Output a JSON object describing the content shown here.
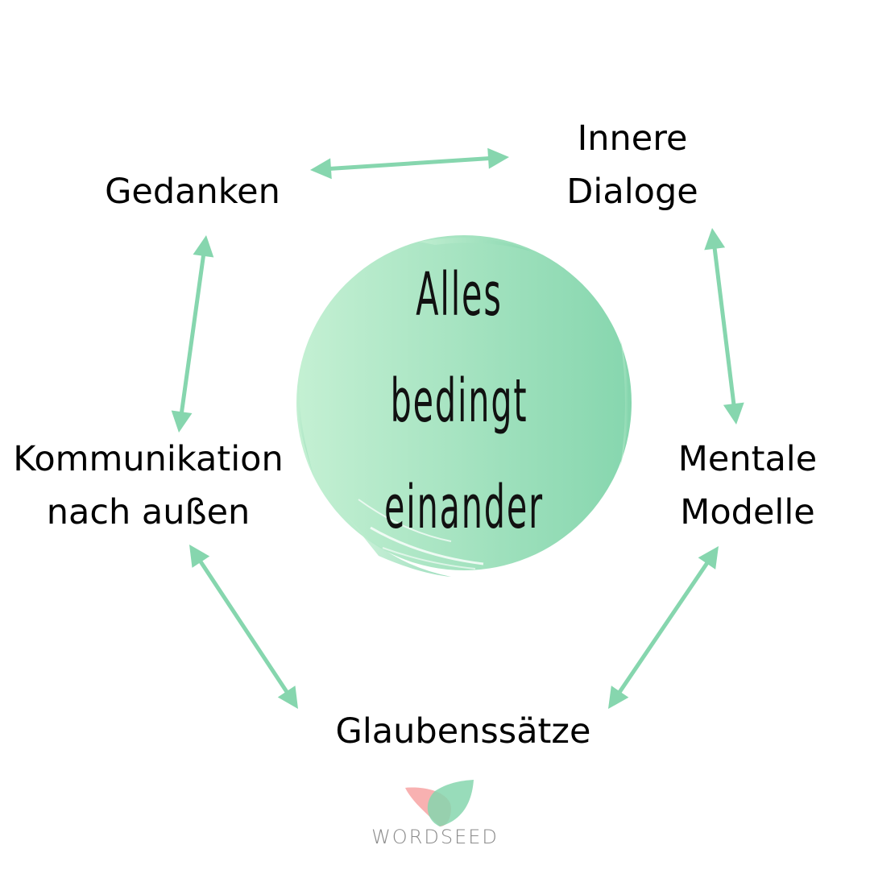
{
  "colors": {
    "arrow": "#86d6ae",
    "circle_light": "#c4f0d3",
    "circle_dark": "#86d6ae",
    "logo_pink": "#f7a3a3",
    "logo_green": "#86d6ae",
    "text": "#000000",
    "brand_text": "#8a8a8a"
  },
  "center": {
    "lines": [
      "Alles",
      "bedingt",
      "einander"
    ]
  },
  "nodes": {
    "gedanken": {
      "lines": [
        "Gedanken"
      ]
    },
    "innere_dialoge": {
      "lines": [
        "Innere",
        "Dialoge"
      ]
    },
    "mentale_modelle": {
      "lines": [
        "Mentale",
        "Modelle"
      ]
    },
    "glaubenssaetze": {
      "lines": [
        "Glaubenssätze"
      ]
    },
    "kommunikation": {
      "lines": [
        "Kommunikation",
        "nach außen"
      ]
    }
  },
  "brand": {
    "name": "WORDSEED"
  }
}
